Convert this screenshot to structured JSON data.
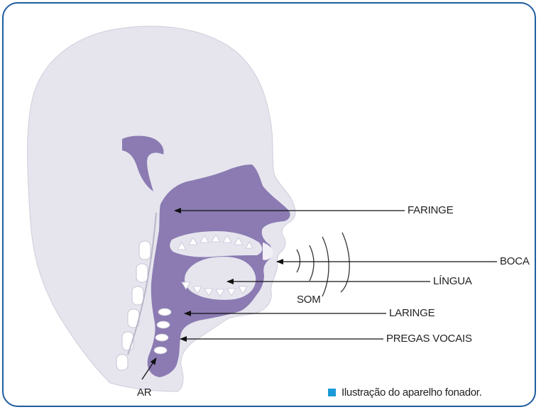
{
  "labels": {
    "faringe": "FARINGE",
    "boca": "BOCA",
    "lingua": "LÍNGUA",
    "som": "SOM",
    "laringe": "LARINGE",
    "pregas": "PREGAS VOCAIS",
    "ar": "AR"
  },
  "caption": "Ilustração do aparelho fonador.",
  "colors": {
    "frame": "#1f5d9e",
    "head": "#e6e5ee",
    "tract": "#8b7bb2",
    "bullet": "#1a9bd7"
  },
  "icons": {
    "caption_bullet": "square-bullet-icon"
  }
}
